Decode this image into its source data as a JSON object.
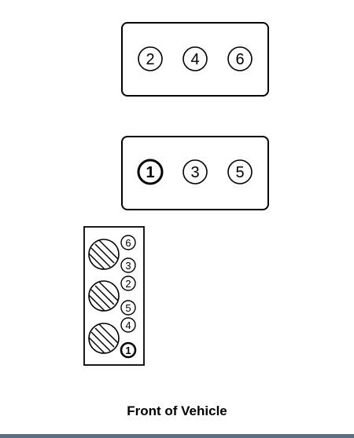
{
  "diagram": {
    "bank_rear": {
      "cylinders": [
        "2",
        "4",
        "6"
      ],
      "first_cylinder": ""
    },
    "bank_front": {
      "cylinders": [
        "1",
        "3",
        "5"
      ],
      "first_cylinder": "1"
    },
    "coil_pack": {
      "coils": [
        {
          "terminals": [
            "6",
            "3"
          ]
        },
        {
          "terminals": [
            "2",
            "5"
          ]
        },
        {
          "terminals": [
            "4",
            "1"
          ]
        }
      ],
      "first_cylinder": "1"
    },
    "caption": "Front of Vehicle"
  }
}
